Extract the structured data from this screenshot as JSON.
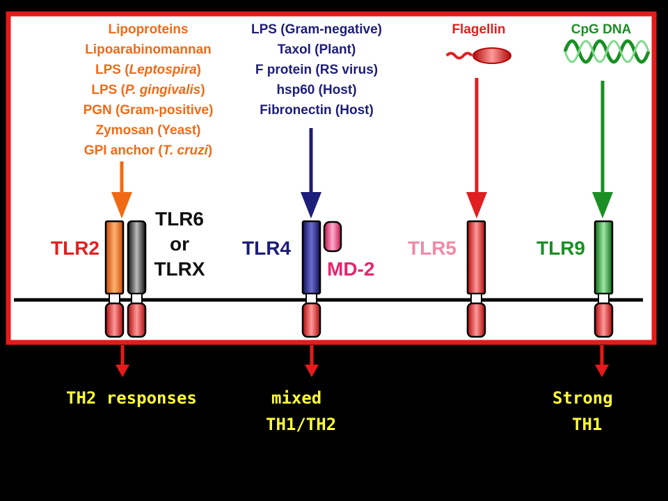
{
  "colors": {
    "background": "#000000",
    "frame": "#e31b1b",
    "panel": "#ffffff",
    "tlr2_group": "#f06a16",
    "tlr4_group": "#1d1d7a",
    "tlr5_group": "#e02020",
    "tlr9_group": "#1a8f24",
    "md2": "#e8246e",
    "responses": "#ffff33"
  },
  "tlr2_ligands": [
    [
      {
        "t": "Lipoproteins"
      }
    ],
    [
      {
        "t": "Lipoarabinomannan"
      }
    ],
    [
      {
        "t": "LPS ("
      },
      {
        "t": "Leptospira",
        "i": true
      },
      {
        "t": ")"
      }
    ],
    [
      {
        "t": "LPS ("
      },
      {
        "t": "P. gingivalis",
        "i": true
      },
      {
        "t": ")"
      }
    ],
    [
      {
        "t": "PGN (Gram-positive)"
      }
    ],
    [
      {
        "t": "Zymosan (Yeast)"
      }
    ],
    [
      {
        "t": "GPI anchor ("
      },
      {
        "t": "T. cruzi",
        "i": true
      },
      {
        "t": ")"
      }
    ]
  ],
  "tlr4_ligands": [
    "LPS (Gram-negative)",
    "Taxol (Plant)",
    "F protein (RS virus)",
    "hsp60 (Host)",
    "Fibronectin (Host)"
  ],
  "tlr5_ligand": "Flagellin",
  "tlr9_ligand": "CpG DNA",
  "receptors": {
    "tlr2": "TLR2",
    "tlr6_lines": [
      "TLR6",
      "or",
      "TLRX"
    ],
    "tlr4": "TLR4",
    "md2": "MD-2",
    "tlr5": "TLR5",
    "tlr9": "TLR9"
  },
  "responses": {
    "tlr2": [
      "TH2 responses"
    ],
    "tlr4": [
      "mixed",
      "TH1/TH2"
    ],
    "tlr9": [
      "Strong",
      "TH1"
    ]
  }
}
